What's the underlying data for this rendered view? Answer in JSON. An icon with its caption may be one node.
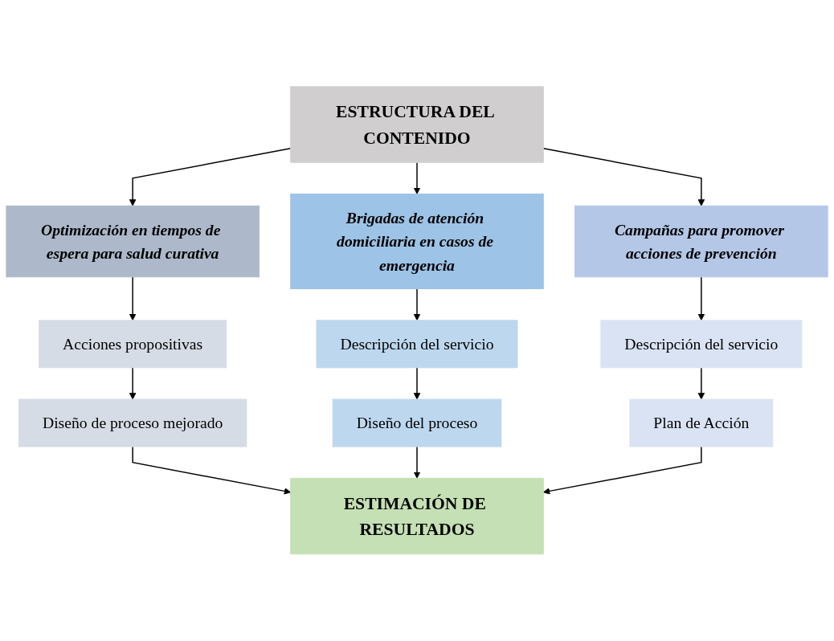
{
  "diagram": {
    "nodes": [
      {
        "text": [
          "ESTRUCTURA DEL CONTENIDO"
        ]
      },
      {
        "text": [
          "Optimización en tiempos de espera para salud curativa"
        ]
      },
      {
        "text": [
          "Brigadas de atención domiciliaria en casos de emergencia"
        ]
      },
      {
        "text": [
          "Campañas para promover acciones de prevención"
        ]
      },
      {
        "text": [
          "Acciones propositivas"
        ]
      },
      {
        "text": [
          "Descripción del servicio"
        ]
      },
      {
        "text": [
          "Descripción del servicio"
        ]
      },
      {
        "text": [
          "Diseño de proceso mejorado"
        ]
      },
      {
        "text": [
          "Diseño del proceso"
        ]
      },
      {
        "text": [
          "Plan de Acción"
        ]
      },
      {
        "text": [
          "ESTIMACIÓN DE RESULTADOS"
        ]
      }
    ],
    "edges": [
      {
        "from": 0,
        "to": 1,
        "arrow": "to"
      },
      {
        "from": 0,
        "to": 2,
        "arrow": "to"
      },
      {
        "from": 0,
        "to": 3,
        "arrow": "to"
      },
      {
        "from": 1,
        "to": 4,
        "arrow": "to"
      },
      {
        "from": 2,
        "to": 5,
        "arrow": "to"
      },
      {
        "from": 3,
        "to": 6,
        "arrow": "to"
      },
      {
        "from": 4,
        "to": 7,
        "arrow": "to"
      },
      {
        "from": 5,
        "to": 8,
        "arrow": "to"
      },
      {
        "from": 6,
        "to": 9,
        "arrow": "to"
      },
      {
        "from": 7,
        "to": 10,
        "arrow": "to"
      },
      {
        "from": 8,
        "to": 10,
        "arrow": "to"
      },
      {
        "from": 9,
        "to": 10,
        "arrow": "to"
      }
    ]
  }
}
